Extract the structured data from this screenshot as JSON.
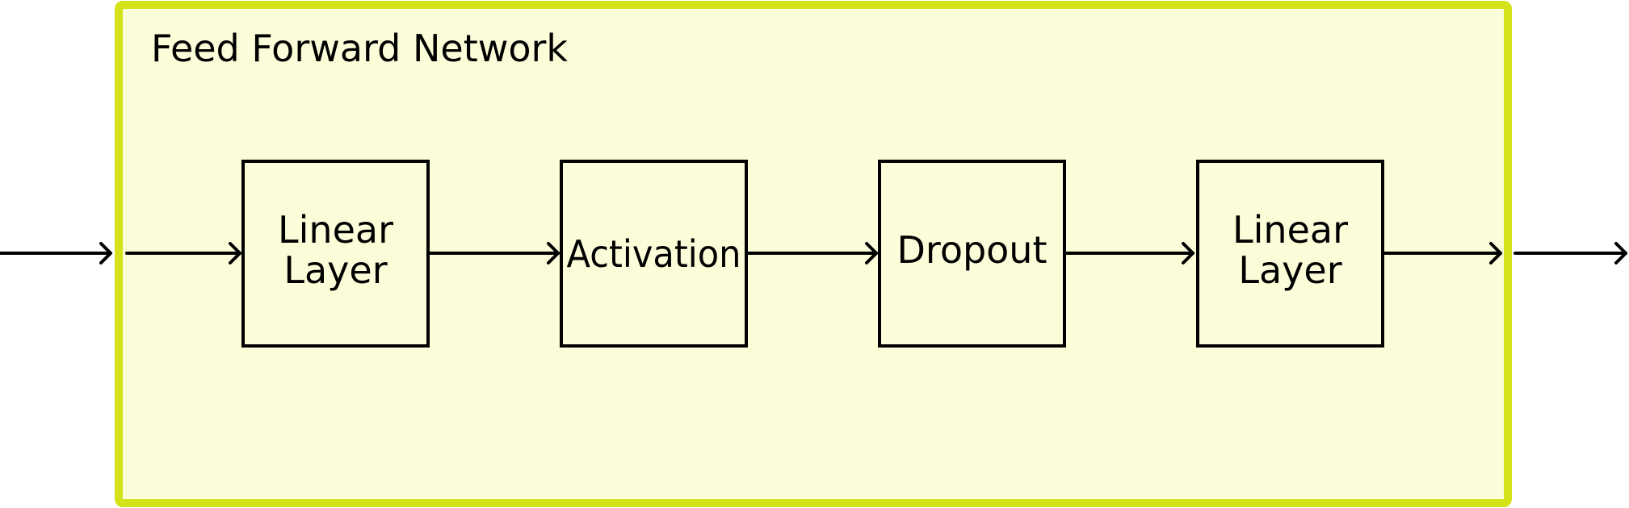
{
  "container": {
    "title": "Feed Forward Network"
  },
  "blocks": [
    {
      "id": "linear-layer-1",
      "lines": [
        "Linear",
        "Layer"
      ]
    },
    {
      "id": "activation",
      "lines": [
        "Activation"
      ]
    },
    {
      "id": "dropout",
      "lines": [
        "Dropout"
      ]
    },
    {
      "id": "linear-layer-2",
      "lines": [
        "Linear",
        "Layer"
      ]
    }
  ],
  "colors": {
    "container_fill": "#fbfdd9",
    "container_border": "#d4e21a",
    "block_fill": "#fbfdd9",
    "stroke": "#000000"
  }
}
